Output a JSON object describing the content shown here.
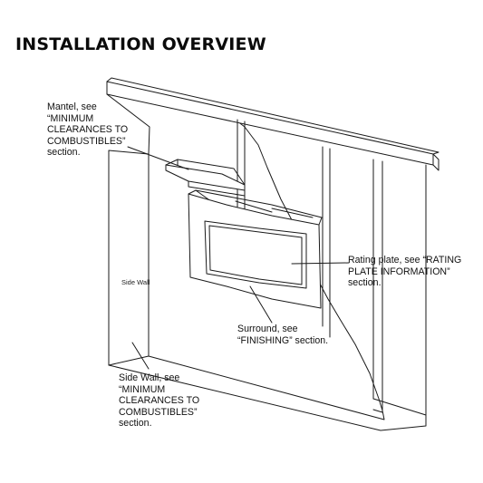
{
  "header": {
    "title": "INSTALLATION OVERVIEW"
  },
  "callouts": {
    "mantel": {
      "lines": [
        "Mantel, see",
        "“MINIMUM",
        "CLEARANCES TO",
        "COMBUSTIBLES”",
        "section."
      ]
    },
    "rating_plate": {
      "lines": [
        "Rating plate, see “RATING",
        "PLATE INFORMATION”",
        "section."
      ]
    },
    "surround": {
      "lines": [
        "Surround, see",
        "“FINISHING” section."
      ]
    },
    "side_wall": {
      "lines": [
        "Side Wall, see",
        "“MINIMUM",
        "CLEARANCES TO",
        "COMBUSTIBLES”",
        "section."
      ]
    }
  },
  "labels": {
    "side_wall": "Side Wall"
  }
}
